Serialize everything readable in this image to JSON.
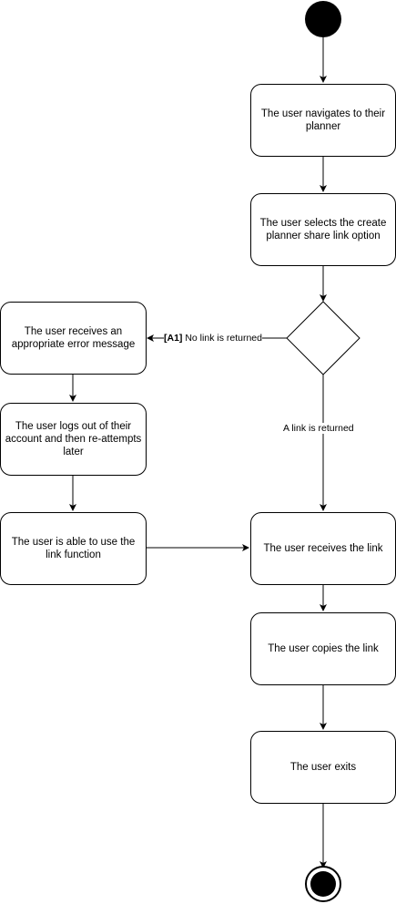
{
  "nodes": {
    "navigate": "The user navigates to their planner",
    "select_share": "The user selects the create planner share link option",
    "error_message": "The user receives an appropriate error message",
    "logout_retry": "The user logs out of their account and then re-attempts later",
    "use_link_function": "The user is able to use the link function",
    "receives_link": "The user receives the link",
    "copies_link": "The user copies the link",
    "exits": "The user exits"
  },
  "edges": {
    "no_link_tag": "[A1]",
    "no_link_text": "No link is returned",
    "link_returned": "A link is returned"
  },
  "colors": {
    "stroke": "#000000",
    "fill": "#ffffff"
  }
}
